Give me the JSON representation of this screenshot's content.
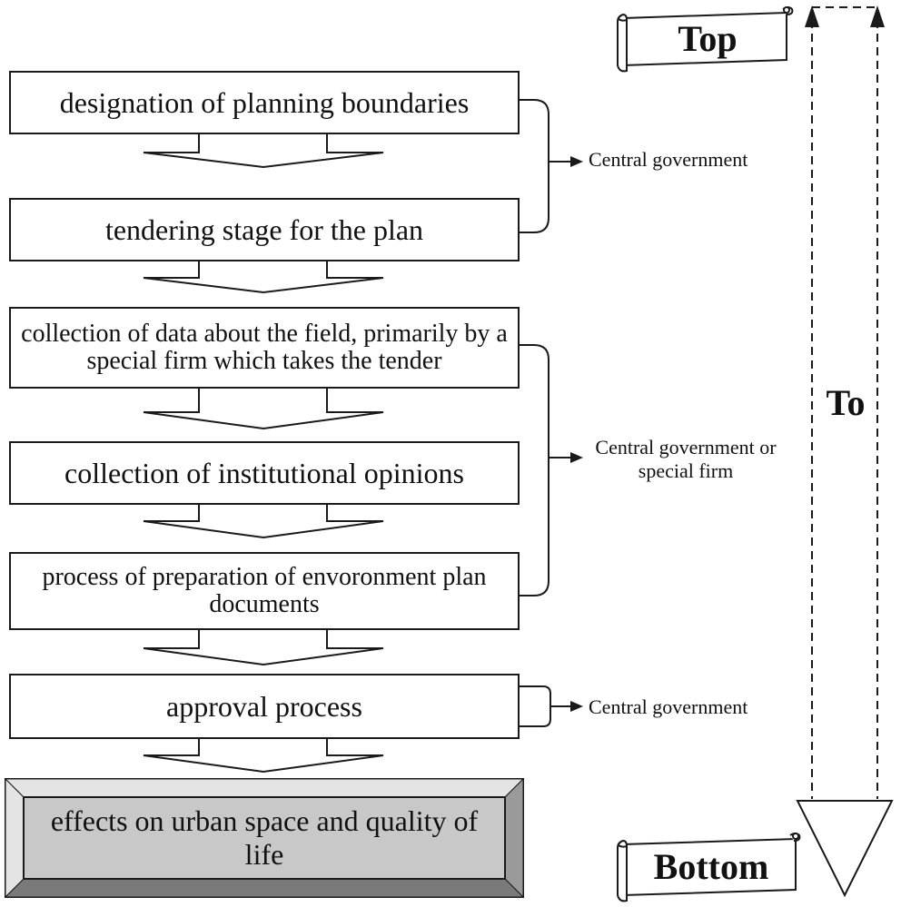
{
  "steps": [
    {
      "label": "designation of planning boundaries"
    },
    {
      "label": "tendering stage for the plan"
    },
    {
      "label": "collection of data about the field, primarily by a special firm which takes the tender"
    },
    {
      "label": "collection of institutional opinions"
    },
    {
      "label": "process of preparation of envoronment plan documents"
    },
    {
      "label": "approval process"
    }
  ],
  "final": {
    "label": "effects on urban space and quality of life"
  },
  "actors": [
    {
      "label": "Central government"
    },
    {
      "label": "Central government or special firm"
    },
    {
      "label": "Central government"
    }
  ],
  "direction": {
    "top": "Top",
    "middle": "To",
    "bottom": "Bottom"
  },
  "colors": {
    "line": "#1a1a1a",
    "final_fill": "#c8c8c8",
    "final_bevel_light": "#e4e4e4",
    "final_bevel_dark": "#8a8a8a"
  }
}
